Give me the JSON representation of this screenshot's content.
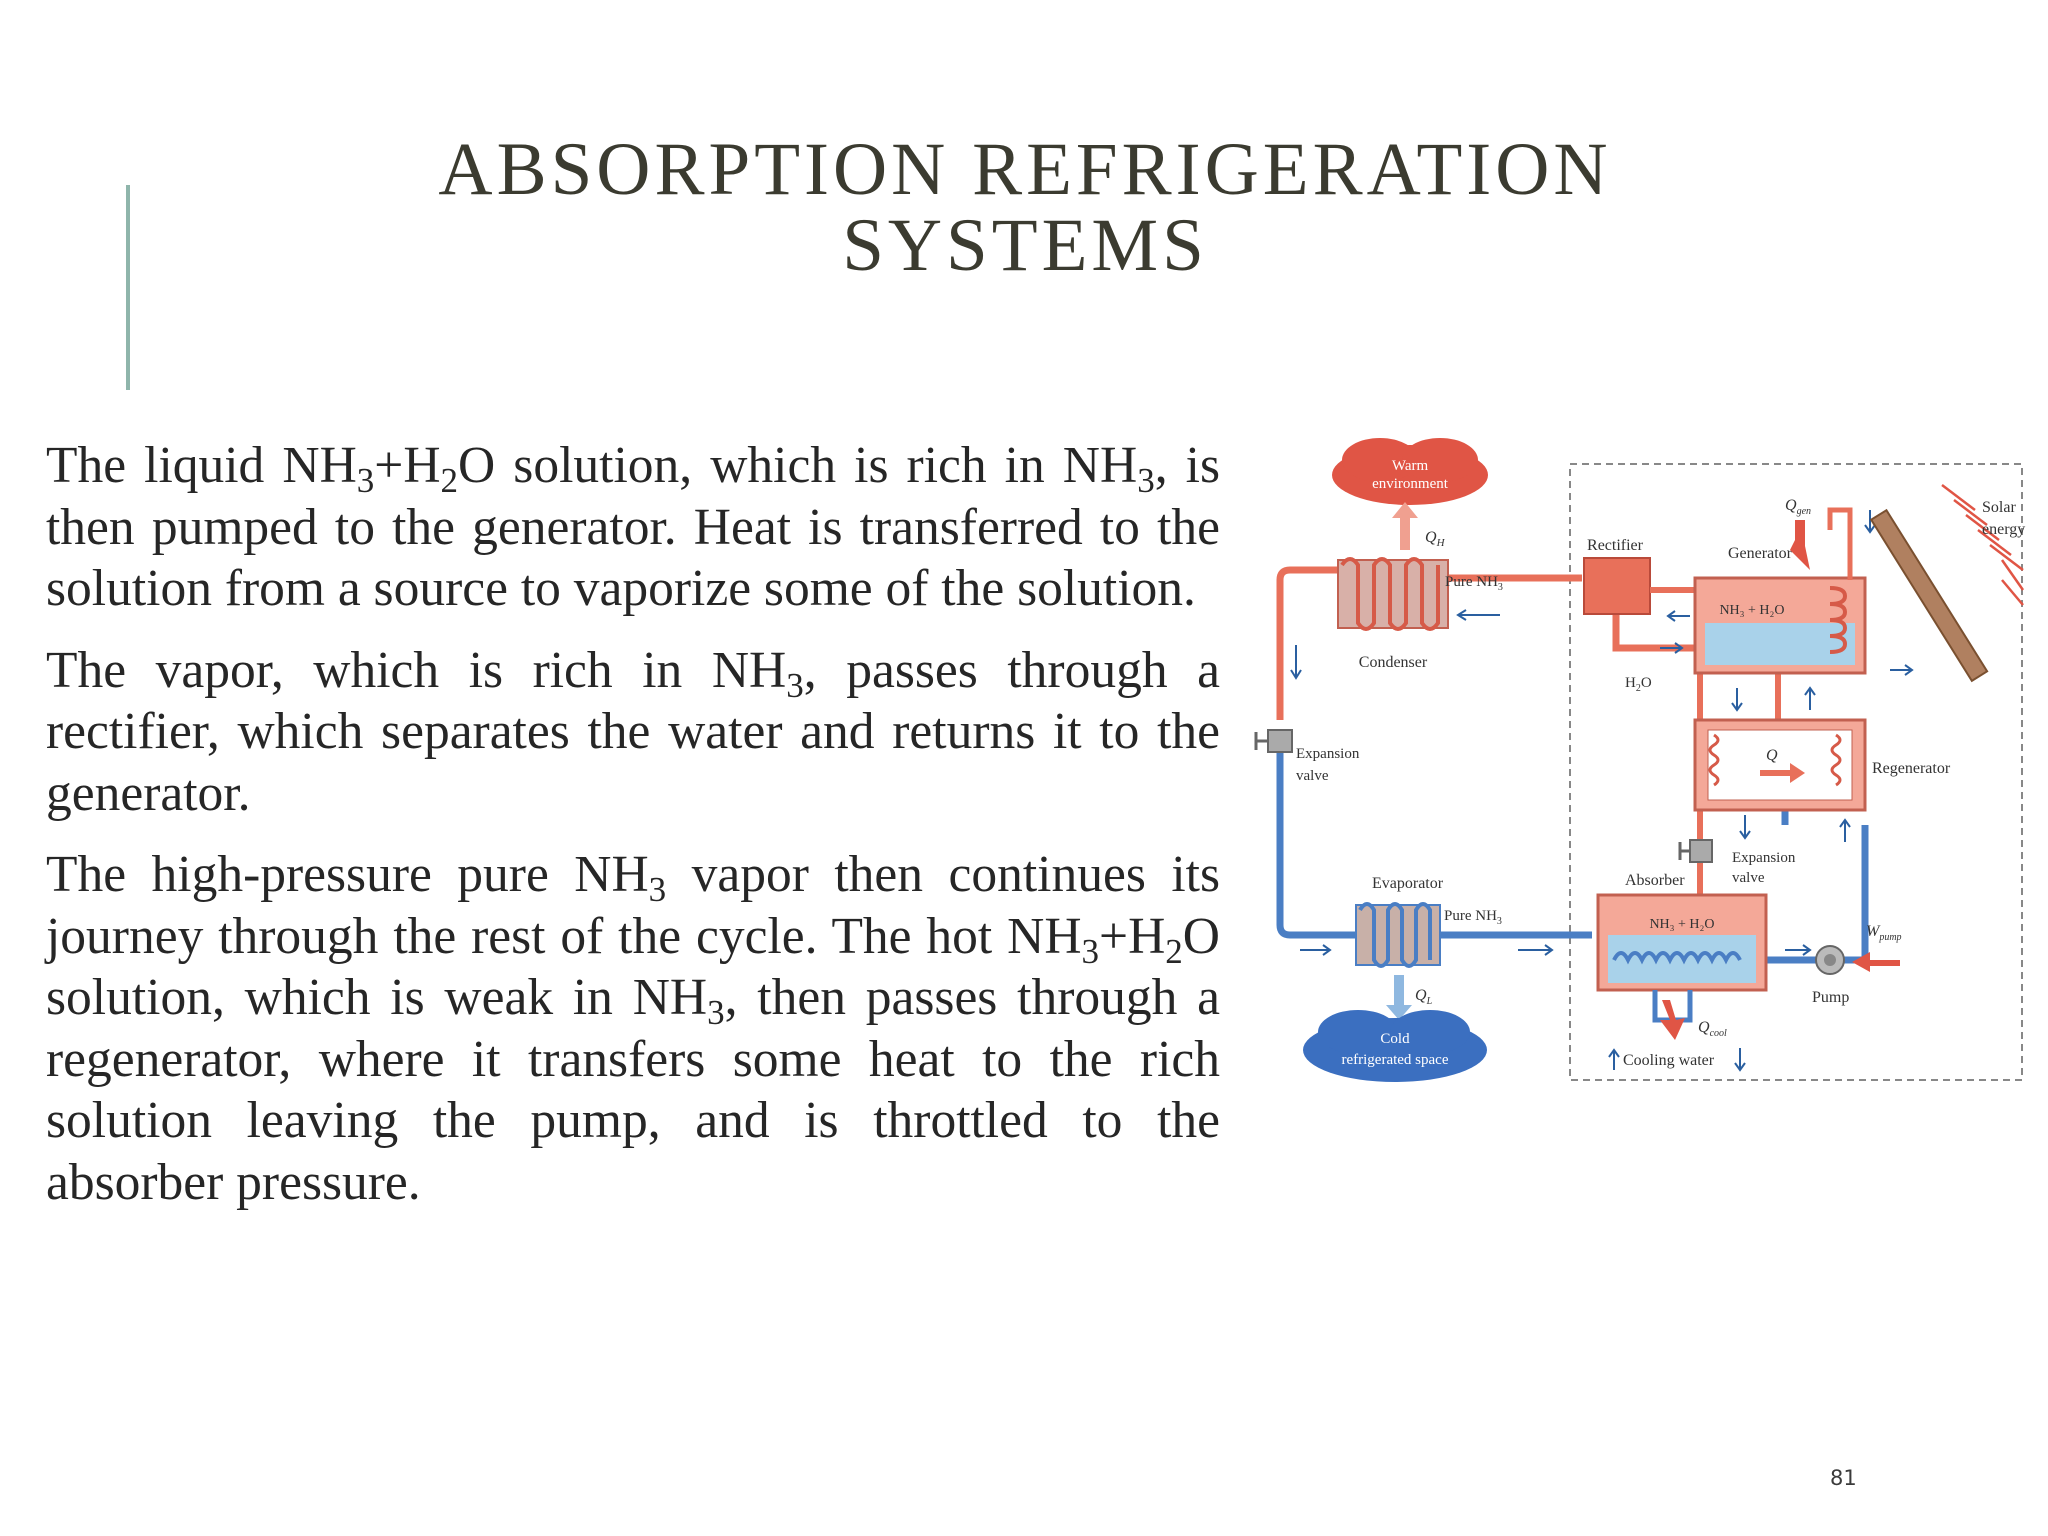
{
  "title": {
    "line1": "ABSORPTION REFRIGERATION",
    "line2": "SYSTEMS"
  },
  "paragraphs": {
    "p1": {
      "s1": "The  liquid NH",
      "sub1": "3",
      "s2": "+H",
      "sub2": "2",
      "s3": "O solution, which is rich in NH",
      "sub3": "3",
      "s4": ", is then pumped to the generator. Heat is transferred to the solution from a source to vaporize some of the solution."
    },
    "p2": {
      "s1": "The vapor, which is rich in NH",
      "sub1": "3",
      "s2": ", passes through a rectifier, which separates the water and returns it to the generator."
    },
    "p3": {
      "s1": "The high-pressure pure NH",
      "sub1": "3",
      "s2": " vapor then continues its journey through the rest of the cycle. The hot NH",
      "sub2": "3",
      "s3": "+H",
      "sub3": "2",
      "s4": "O solution, which is weak in NH",
      "sub4": "3",
      "s5": ", then passes through a regenerator, where it transfers some heat to the rich solution leaving the pump, and is throttled to the absorber pressure."
    }
  },
  "diagram": {
    "warm_env": {
      "line1": "Warm",
      "line2": "environment"
    },
    "q_h": "Q",
    "q_h_sub": "H",
    "condenser": "Condenser",
    "pure_nh3_top": "Pure NH",
    "pure_nh3_top_sub": "3",
    "rectifier": "Rectifier",
    "generator": "Generator",
    "q_gen": "Q",
    "q_gen_sub": "gen",
    "solar": {
      "line1": "Solar",
      "line2": "energy"
    },
    "gen_solution": "NH₃ + H₂O",
    "h2o": "H",
    "h2o_sub": "2",
    "h2o_end": "O",
    "expansion_valve_left": {
      "line1": "Expansion",
      "line2": "valve"
    },
    "regenerator": "Regenerator",
    "regen_q": "Q",
    "expansion_valve_right": {
      "line1": "Expansion",
      "line2": "valve"
    },
    "absorber": "Absorber",
    "evaporator": "Evaporator",
    "pure_nh3_bottom": "Pure NH",
    "pure_nh3_bottom_sub": "3",
    "abs_solution": "NH₃ + H₂O",
    "w_pump": "W",
    "w_pump_sub": "pump",
    "pump": "Pump",
    "q_l": "Q",
    "q_l_sub": "L",
    "q_cool": "Q",
    "q_cool_sub": "cool",
    "cooling_water": "Cooling water",
    "cold_space": {
      "line1": "Cold",
      "line2": "refrigerated space"
    },
    "colors": {
      "hot": "#e8705a",
      "cold": "#4a7ec4",
      "box": "#f4a898",
      "liquid": "#a9d2ea"
    }
  },
  "page_number": "81"
}
